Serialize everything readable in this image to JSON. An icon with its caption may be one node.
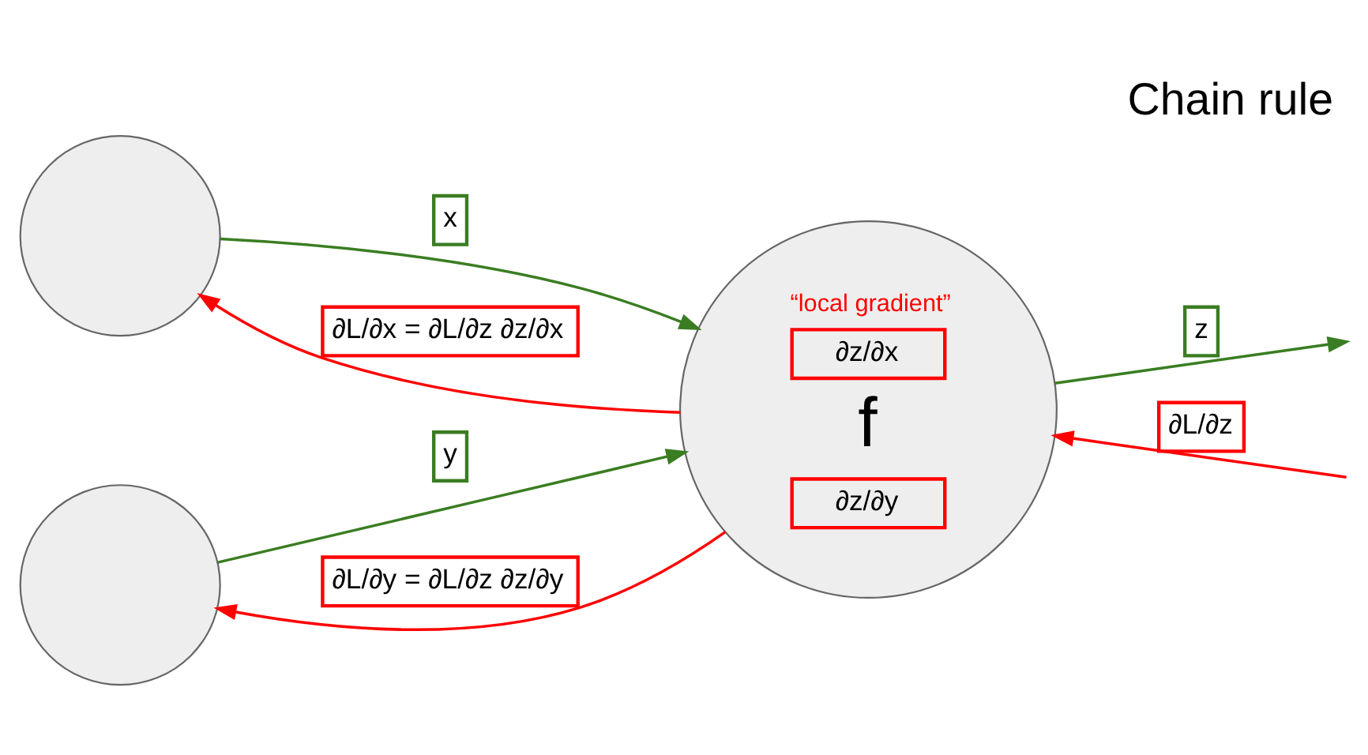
{
  "diagram": {
    "title": "Chain rule",
    "nodes": [
      {
        "text": [],
        "shape": "circle"
      },
      {
        "text": [],
        "shape": "circle"
      },
      {
        "text": [
          "“local gradient”",
          "∂z/∂x",
          "f",
          "∂z/∂y"
        ]
      }
    ],
    "edges": [
      {
        "from": 0,
        "to": 2,
        "arrow": "to",
        "label": "x",
        "color": "#3a7d22"
      },
      {
        "from": 2,
        "to": 0,
        "arrow": "to",
        "label": "∂L/∂x = ∂L/∂z ∂z/∂x",
        "color": "#ff0000"
      },
      {
        "from": 1,
        "to": 2,
        "arrow": "to",
        "label": "y",
        "color": "#3a7d22"
      },
      {
        "from": 2,
        "to": 1,
        "arrow": "to",
        "label": "∂L/∂y = ∂L/∂z ∂z/∂y",
        "color": "#ff0000"
      },
      {
        "from": 2,
        "to": null,
        "arrow": "to",
        "label": "z",
        "color": "#3a7d22"
      },
      {
        "from": null,
        "to": 2,
        "arrow": "to",
        "label": "∂L/∂z",
        "color": "#ff0000"
      }
    ]
  }
}
